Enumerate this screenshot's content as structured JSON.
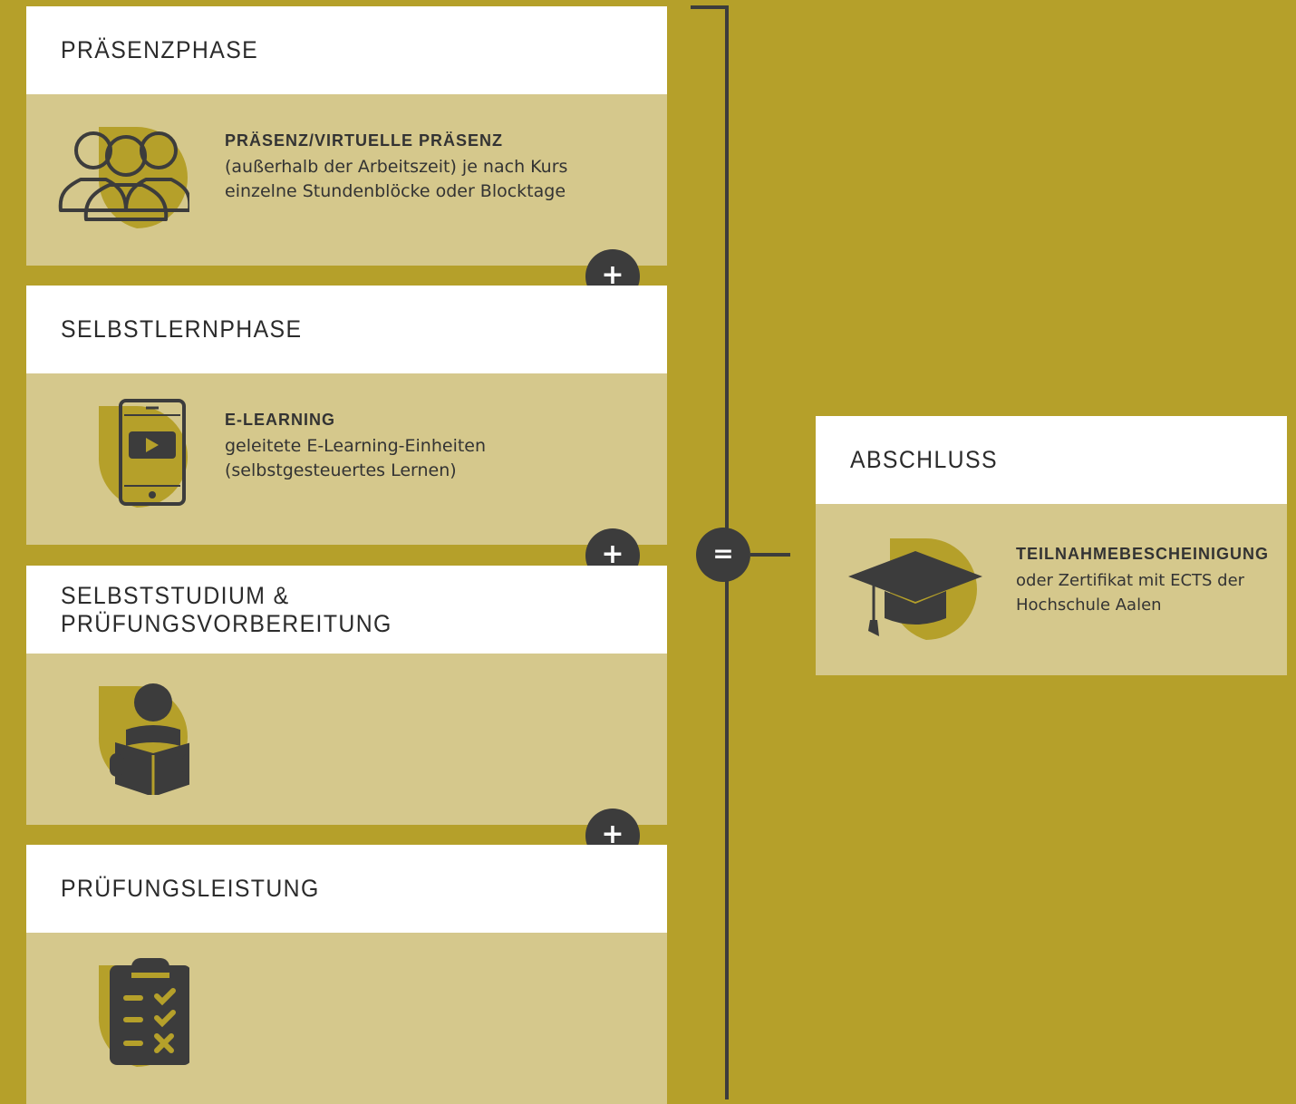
{
  "phases": [
    {
      "title": "PRÄSENZPHASE",
      "subtitle": "PRÄSENZ/VIRTUELLE PRÄSENZ",
      "lines": [
        "(außerhalb der Arbeitszeit) je nach Kurs",
        "einzelne Stundenblöcke oder Blocktage"
      ],
      "icon": "group-icon"
    },
    {
      "title": "SELBSTLERNPHASE",
      "subtitle": "E-LEARNING",
      "lines": [
        "geleitete E-Learning-Einheiten",
        "(selbstgesteuertes Lernen)"
      ],
      "icon": "tablet-video-icon"
    },
    {
      "title": "SELBSTSTUDIUM & PRÜFUNGSVORBEREITUNG",
      "icon": "reading-person-icon"
    },
    {
      "title": "PRÜFUNGSLEISTUNG",
      "icon": "clipboard-checklist-icon"
    }
  ],
  "operators": {
    "plus": "+",
    "equals": "="
  },
  "result": {
    "title": "ABSCHLUSS",
    "subtitle": "TEILNAHMEBESCHEINIGUNG",
    "lines": [
      "oder Zertifikat mit ECTS der",
      "Hochschule Aalen"
    ],
    "icon": "graduation-cap-icon"
  },
  "colors": {
    "background": "#b5a02a",
    "panel": "#d5c88c",
    "header": "#ffffff",
    "dark": "#3c3c3c",
    "accent": "#b5a02a"
  }
}
